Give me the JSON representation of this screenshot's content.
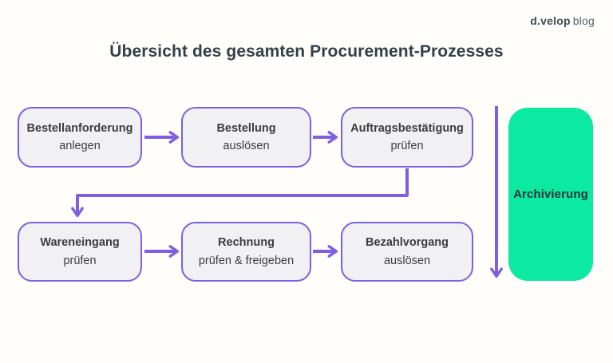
{
  "header": {
    "logo": {
      "brand": "d.velop",
      "suffix": "blog"
    },
    "title": "Übersicht des gesamten Procurement-Prozesses"
  },
  "colors": {
    "purple": "#7e5fe4",
    "node_fill": "#f1f0f2",
    "node_text": "#3d3d3d",
    "green": "#0ce9a0",
    "archive_text": "#21333c",
    "title_text": "#33404a",
    "logo_brand": "#3f4e5a",
    "logo_suffix": "#55636e",
    "background": "#fffefa"
  },
  "flow": {
    "rows": [
      [
        {
          "title": "Bestellanforderung",
          "subtitle": "anlegen"
        },
        {
          "title": "Bestellung",
          "subtitle": "auslösen"
        },
        {
          "title": "Auftragsbestätigung",
          "subtitle": "prüfen"
        }
      ],
      [
        {
          "title": "Wareneingang",
          "subtitle": "prüfen"
        },
        {
          "title": "Rechnung",
          "subtitle": "prüfen & freigeben"
        },
        {
          "title": "Bezahlvorgang",
          "subtitle": "auslösen"
        }
      ]
    ],
    "archive_label": "Archivierung"
  }
}
